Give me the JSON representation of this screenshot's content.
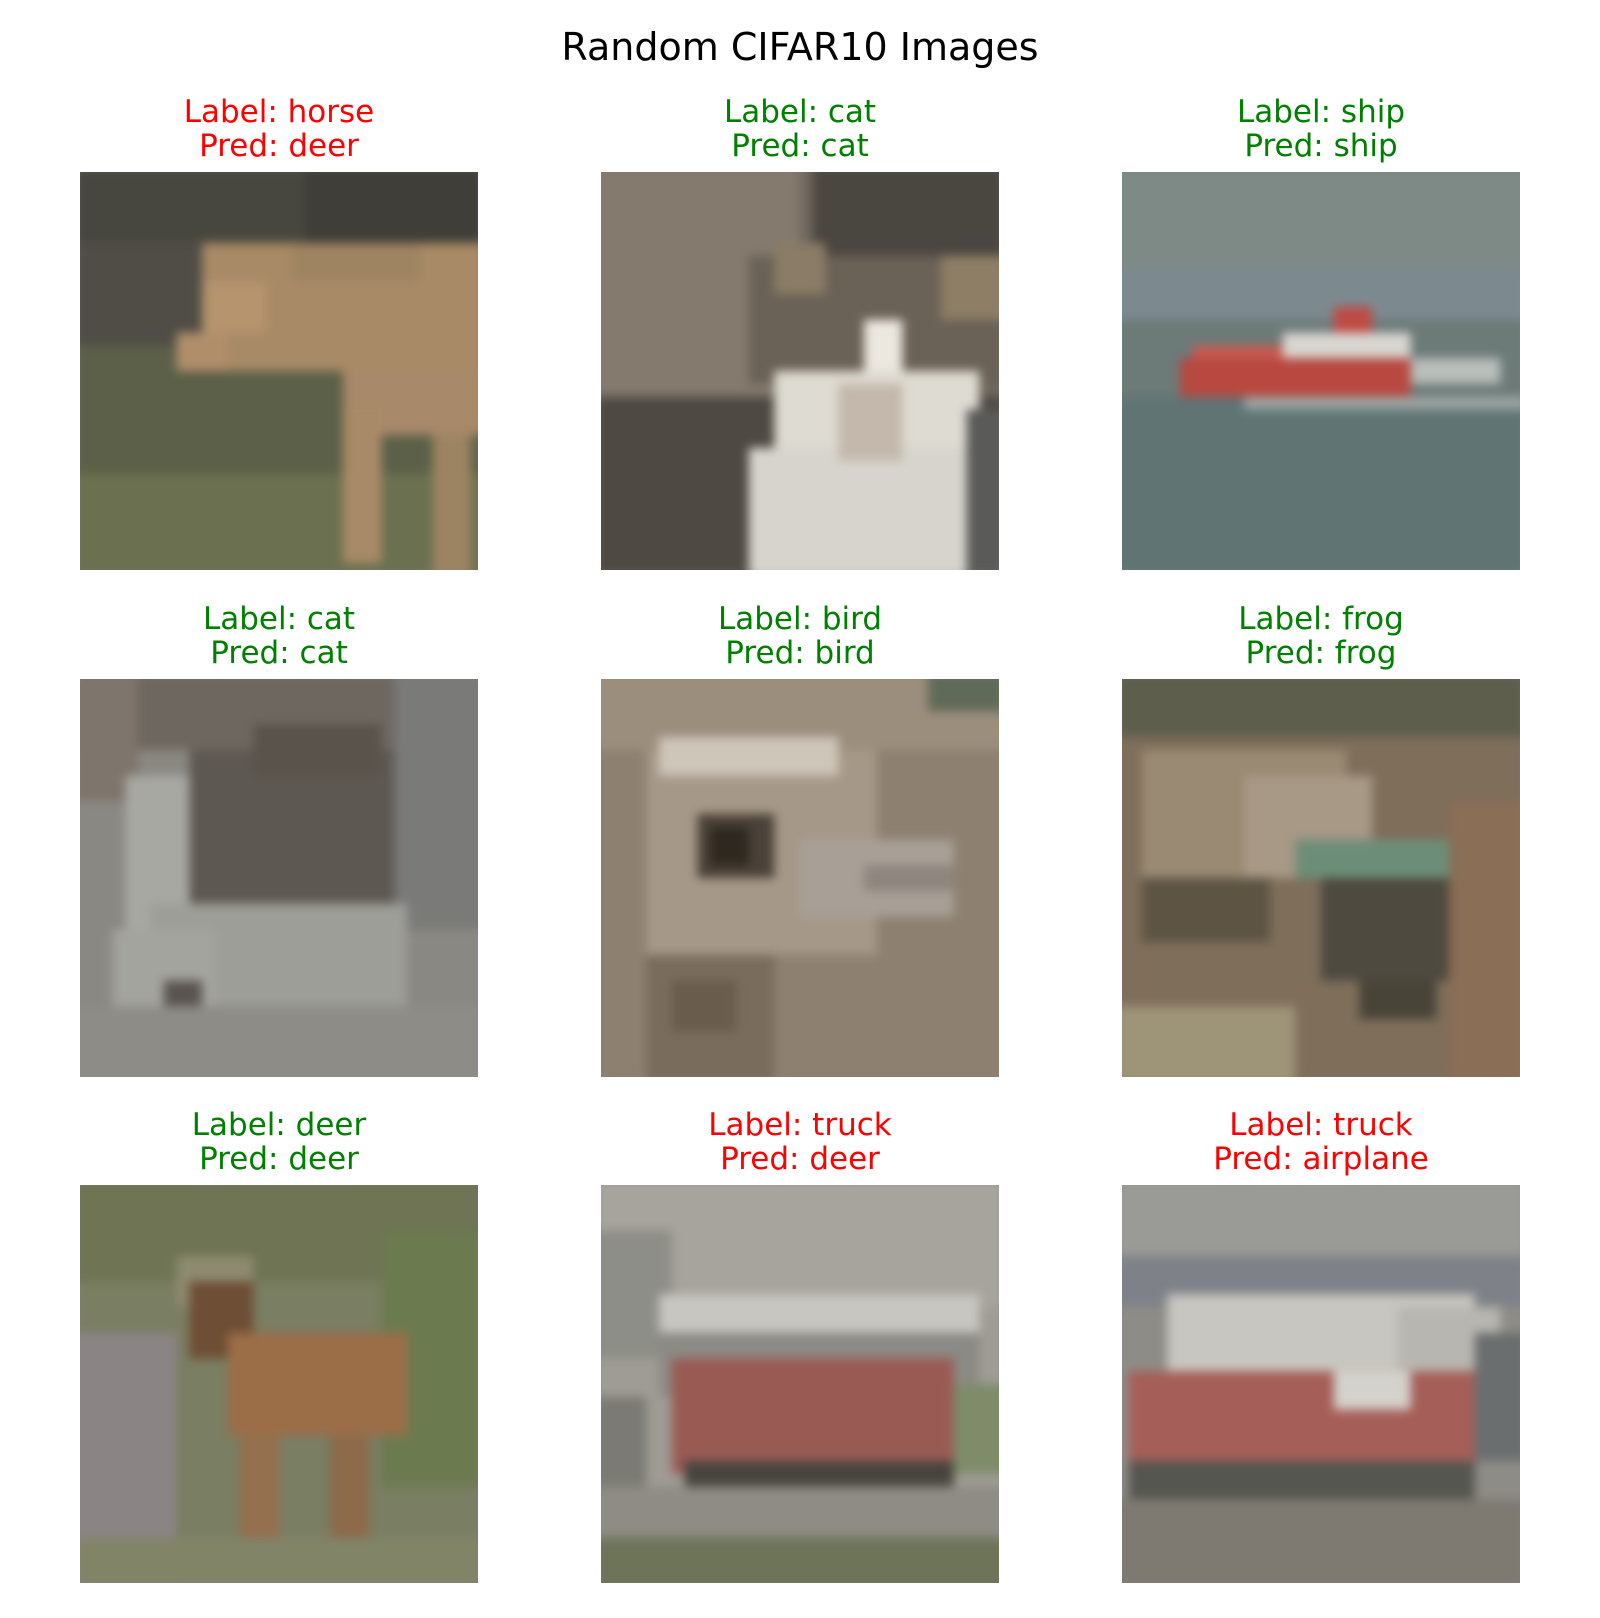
{
  "figure": {
    "title": "Random CIFAR10 Images"
  },
  "colors": {
    "correct": "#008000",
    "incorrect": "#ff0000"
  },
  "panels": [
    {
      "label_text": "Label: horse",
      "pred_text": "Pred: deer",
      "correct": false,
      "depicts": "horse"
    },
    {
      "label_text": "Label: cat",
      "pred_text": "Pred: cat",
      "correct": true,
      "depicts": "cat"
    },
    {
      "label_text": "Label: ship",
      "pred_text": "Pred: ship",
      "correct": true,
      "depicts": "ship"
    },
    {
      "label_text": "Label: cat",
      "pred_text": "Pred: cat",
      "correct": true,
      "depicts": "cat"
    },
    {
      "label_text": "Label: bird",
      "pred_text": "Pred: bird",
      "correct": true,
      "depicts": "bird"
    },
    {
      "label_text": "Label: frog",
      "pred_text": "Pred: frog",
      "correct": true,
      "depicts": "frog"
    },
    {
      "label_text": "Label: deer",
      "pred_text": "Pred: deer",
      "correct": true,
      "depicts": "deer"
    },
    {
      "label_text": "Label: truck",
      "pred_text": "Pred: deer",
      "correct": false,
      "depicts": "truck"
    },
    {
      "label_text": "Label: truck",
      "pred_text": "Pred: airplane",
      "correct": false,
      "depicts": "truck"
    }
  ]
}
